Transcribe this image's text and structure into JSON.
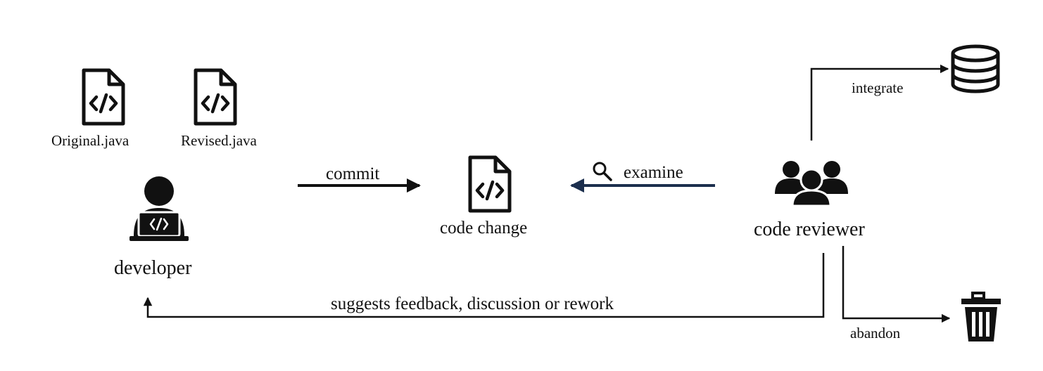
{
  "files": {
    "original": "Original.java",
    "revised": "Revised.java"
  },
  "actors": {
    "developer": "developer",
    "code_change": "code change",
    "code_reviewer": "code reviewer"
  },
  "edges": {
    "commit": "commit",
    "examine": "examine",
    "integrate": "integrate",
    "abandon": "abandon",
    "feedback": "suggests feedback, discussion or rework"
  },
  "colors": {
    "ink": "#111111",
    "examine_arrow": "#1c2f4e"
  }
}
